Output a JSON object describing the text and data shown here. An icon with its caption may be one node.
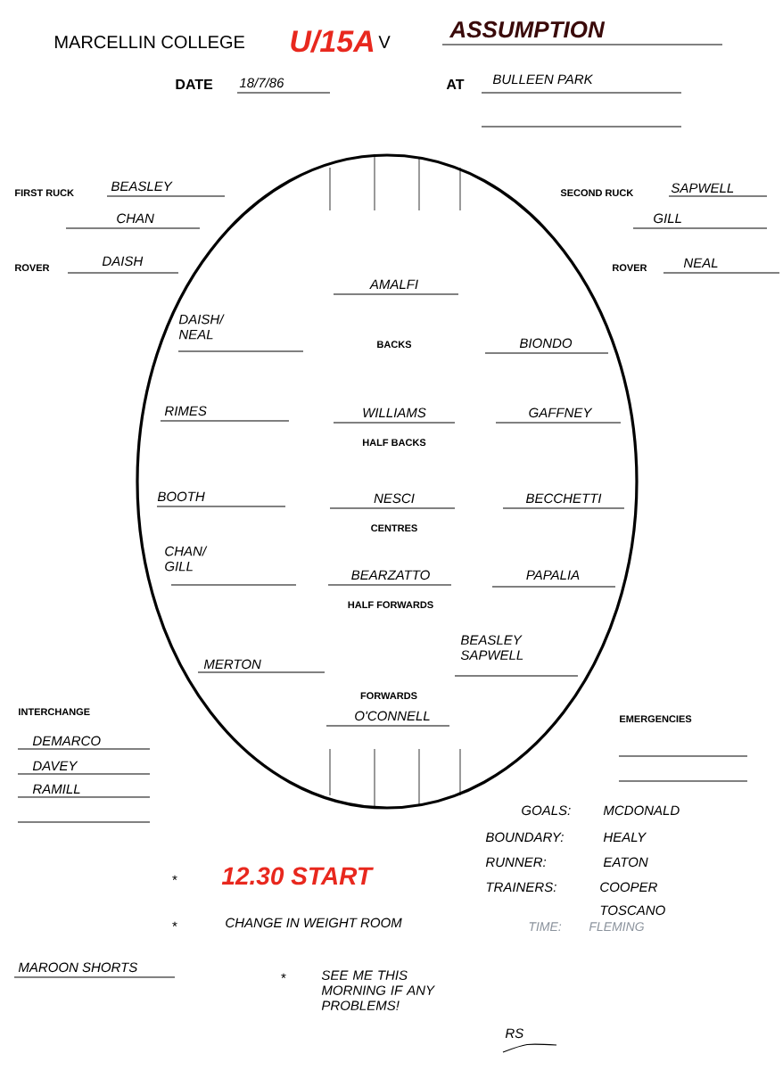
{
  "diagram": {
    "labels": [
      "MARCELLIN COLLEGE",
      "U/15A",
      "V",
      "ASSUMPTION",
      "DATE",
      "18/7/86",
      "AT",
      "BULLEEN PARK",
      "FIRST RUCK",
      "BEASLEY",
      "SECOND RUCK",
      "SAPWELL",
      "CHAN",
      "GILL",
      "ROVER",
      "DAISH",
      "ROVER",
      "NEAL",
      "AMALFI",
      "DAISH/ NEAL",
      "BACKS",
      "BIONDO",
      "RIMES",
      "WILLIAMS",
      "GAFFNEY",
      "HALF BACKS",
      "BOOTH",
      "NESCI",
      "BECCHETTI",
      "CENTRES",
      "CHAN/ GILL",
      "BEARZATTO",
      "PAPALIA",
      "HALF FORWARDS",
      "BEASLEY SAPWELL",
      "MERTON",
      "INTERCHANGE",
      "FORWARDS",
      "EMERGENCIES",
      "O'CONNELL",
      "DEMARCO",
      "DAVEY",
      "RAMILL",
      "GOALS:",
      "MCDONALD",
      "BOUNDARY:",
      "HEALY",
      "RUNNER:",
      "EATON",
      "*",
      "12.30 START",
      "TRAINERS:",
      "COOPER",
      "TOSCANO",
      "*",
      "CHANGE IN WEIGHT ROOM",
      "TIME:",
      "FLEMING",
      "MAROON SHORTS",
      "*",
      "SEE ME THIS MORNING IF ANY PROBLEMS!",
      "RS"
    ]
  }
}
